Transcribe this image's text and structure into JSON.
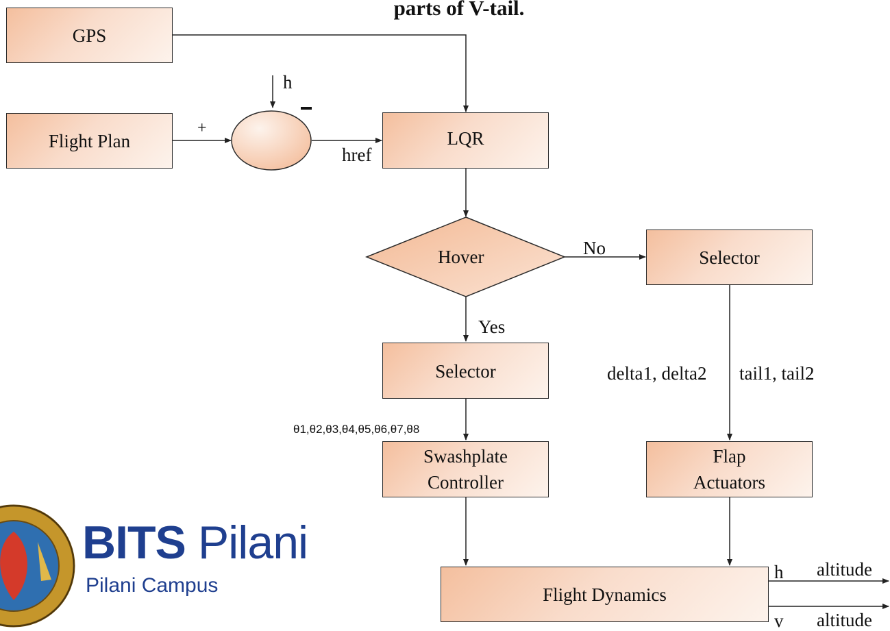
{
  "title": "parts of V-tail.",
  "nodes": {
    "gps": "GPS",
    "flight_plan": "Flight Plan",
    "lqr": "LQR",
    "hover": "Hover",
    "selector_right": "Selector",
    "selector_left": "Selector",
    "swashplate_line1": "Swashplate",
    "swashplate_line2": "Controller",
    "flap_line1": "Flap",
    "flap_line2": "Actuators",
    "flight_dynamics": "Flight Dynamics"
  },
  "labels": {
    "h_input": "h",
    "minus": "-",
    "plus": "+",
    "href": "href",
    "no": "No",
    "yes": "Yes",
    "deltas": "delta1, delta2",
    "tails": "tail1, tail2",
    "thetas": "θ1,θ2,θ3,θ4,θ5,θ6,θ7,θ8",
    "out_h": "h",
    "out_v": "v",
    "altitude_1": "altitude",
    "altitude_2": "altitude"
  },
  "logo": {
    "name_bold": "BITS",
    "name_light": "Pilani",
    "campus": "Pilani Campus",
    "color": "#1f3f8f"
  },
  "colors": {
    "box_fill_dark": "#f4bf9e",
    "box_fill_light": "#fdf3ec",
    "stroke": "#2b2b2b"
  }
}
